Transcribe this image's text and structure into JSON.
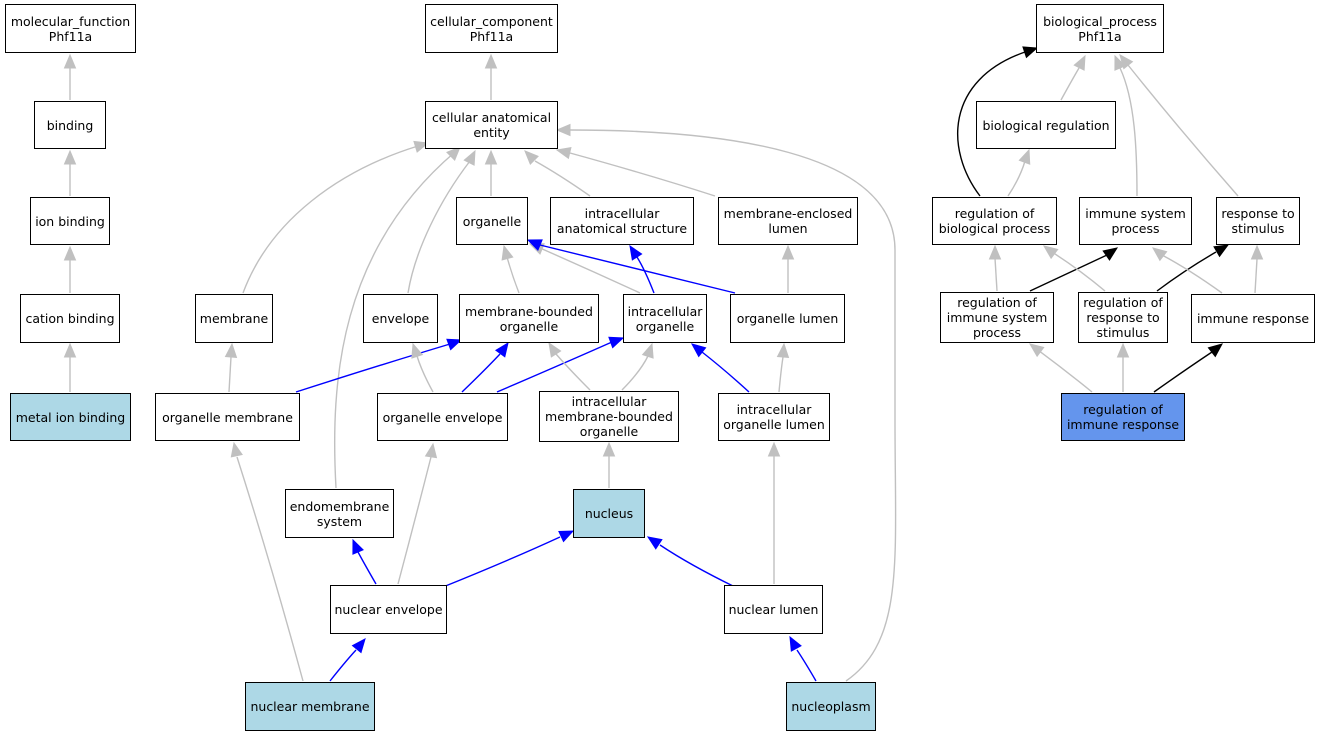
{
  "colors": {
    "gray_edge": "#c0c0c0",
    "blue_edge": "#0000ff",
    "black_edge": "#000000",
    "annotated_fill": "#add8e6",
    "focus_fill": "#6495ed"
  },
  "nodes": {
    "mf_root": "molecular_function\nPhf11a",
    "binding": "binding",
    "ion_binding": "ion binding",
    "cation_binding": "cation binding",
    "metal_ion_binding": "metal ion binding",
    "cc_root": "cellular_component\nPhf11a",
    "cae": "cellular anatomical\nentity",
    "organelle": "organelle",
    "ias": "intracellular\nanatomical structure",
    "mel": "membrane-enclosed\nlumen",
    "membrane": "membrane",
    "envelope": "envelope",
    "mbo": "membrane-bounded\norganelle",
    "io": "intracellular\norganelle",
    "ol": "organelle lumen",
    "om": "organelle membrane",
    "oe": "organelle envelope",
    "imbo": "intracellular\nmembrane-bounded\norganelle",
    "iol": "intracellular\norganelle lumen",
    "es": "endomembrane\nsystem",
    "nucleus": "nucleus",
    "ne": "nuclear envelope",
    "nl": "nuclear lumen",
    "nm": "nuclear membrane",
    "np": "nucleoplasm",
    "bp_root": "biological_process\nPhf11a",
    "br": "biological regulation",
    "rbp": "regulation of\nbiological process",
    "isp": "immune system\nprocess",
    "rts": "response to\nstimulus",
    "risp": "regulation of\nimmune system\nprocess",
    "rrs": "regulation of\nresponse to\nstimulus",
    "ir": "immune response",
    "rir": "regulation of\nimmune response"
  }
}
